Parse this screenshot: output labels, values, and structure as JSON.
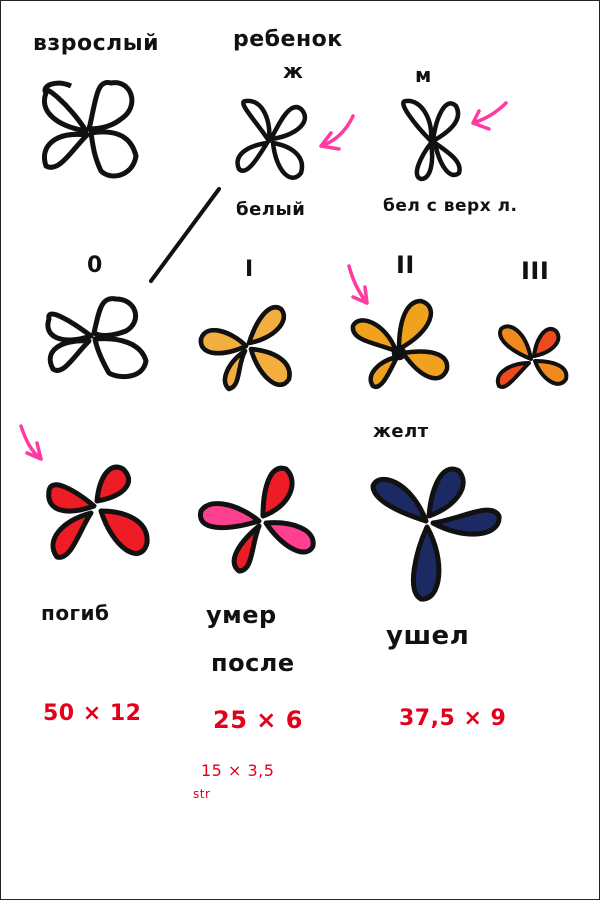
{
  "labels": {
    "adult": "взрослый",
    "child": "ребенок",
    "child_f": "ж",
    "child_m": "м",
    "white": "белый",
    "white_top": "бел с верх л.",
    "stage_0": "0",
    "stage_1": "I",
    "stage_2": "II",
    "stage_3": "III",
    "yellow": "желт",
    "died": "погиб",
    "died_after_1": "умер",
    "died_after_2": "после",
    "left": "ушел"
  },
  "numbers": {
    "n1": "50 × 12",
    "n2": "25 × 6",
    "n3": "37,5 × 9",
    "n4": "15 × 3,5",
    "n4_note": "str"
  },
  "colors": {
    "outline": "#111111",
    "yellow": "#f0a21e",
    "red": "#ee1c24",
    "pink": "#ff3f8f",
    "navy": "#1c2a63",
    "arrow": "#ff3aa0",
    "numbers": "#e3001b"
  }
}
